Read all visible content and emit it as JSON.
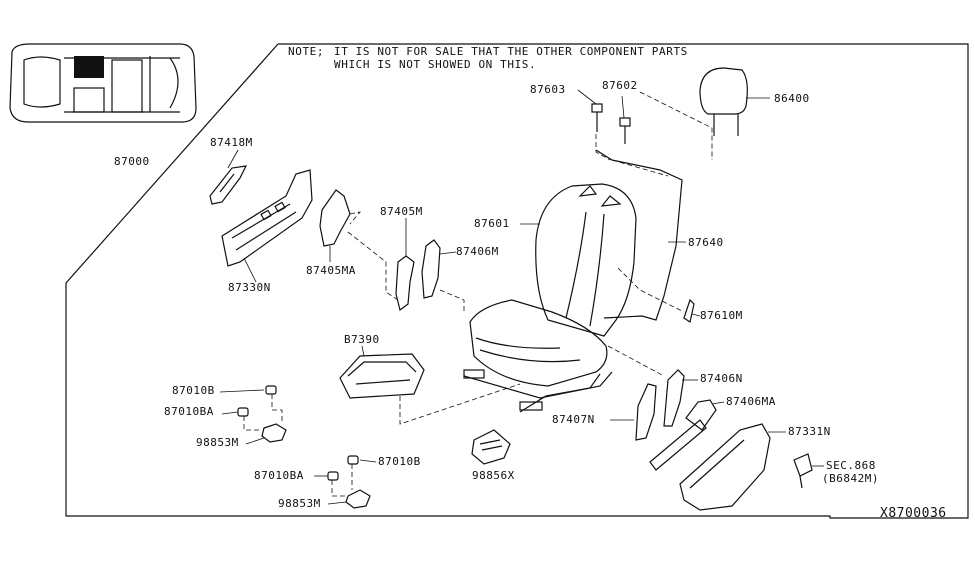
{
  "note": {
    "prefix": "NOTE;",
    "line1": "IT IS NOT FOR SALE THAT THE OTHER COMPONENT PARTS",
    "line2": "WHICH IS NOT SHOWED ON THIS."
  },
  "diagram_id": "X8700036",
  "labels": {
    "p87000": "87000",
    "p87418M": "87418M",
    "p87330N": "87330N",
    "p87405MA": "87405MA",
    "p87405M": "87405M",
    "p87406M": "87406M",
    "p87603": "87603",
    "p87602": "87602",
    "p86400": "86400",
    "p87601": "87601",
    "p87640": "87640",
    "p87610M": "87610M",
    "p87390": "B7390",
    "p87010B_a": "87010B",
    "p87010BA_a": "87010BA",
    "p98853M_a": "98853M",
    "p87010BA_b": "87010BA",
    "p87010B_b": "87010B",
    "p98853M_b": "98853M",
    "p98856X": "98856X",
    "p87406N": "87406N",
    "p87406MA": "87406MA",
    "p87407N": "87407N",
    "p87331N": "87331N",
    "sec_line1": "SEC.868",
    "sec_line2": "(B6842M)"
  }
}
